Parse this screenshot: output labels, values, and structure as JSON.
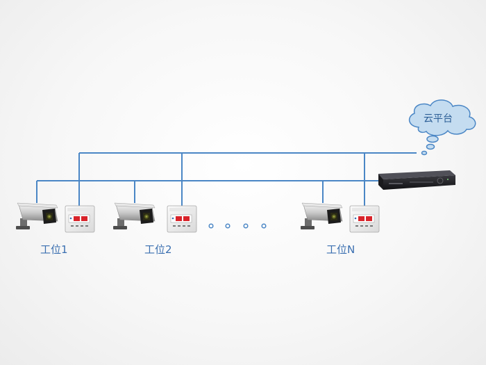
{
  "diagram": {
    "cloud_label": "云平台",
    "stations": [
      {
        "label": "工位1"
      },
      {
        "label": "工位2"
      },
      {
        "label": "工位N"
      }
    ],
    "colors": {
      "line": "#4a86c5",
      "label_text": "#3a6fb0",
      "cloud_fill": "#c4dcf0",
      "cloud_stroke": "#4a86c5",
      "recorder_body": "#1e1e22",
      "panel_display": "#d8232a"
    },
    "devices": {
      "camera_icon": "security-camera-icon",
      "controller_icon": "control-panel-icon",
      "recorder_icon": "network-video-recorder-icon",
      "cloud_icon": "cloud-icon",
      "ellipsis_icon": "dots-icon"
    }
  }
}
